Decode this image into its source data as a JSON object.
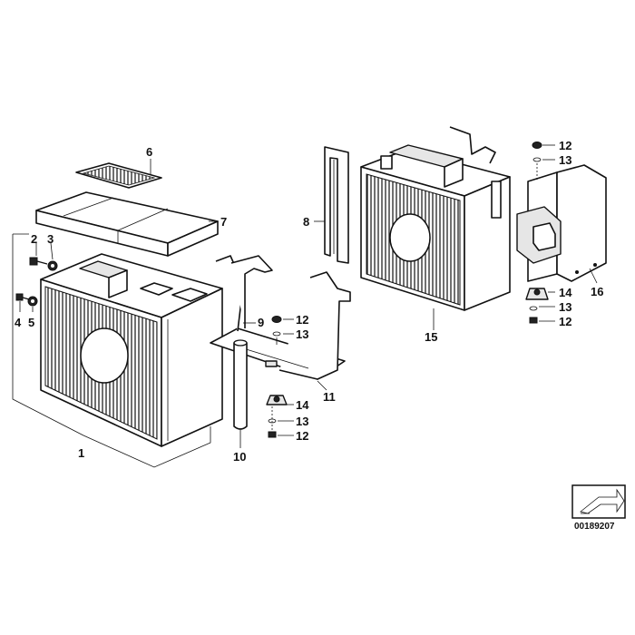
{
  "callouts": [
    {
      "id": "c1",
      "text": "1"
    },
    {
      "id": "c2",
      "text": "2"
    },
    {
      "id": "c3",
      "text": "3"
    },
    {
      "id": "c4",
      "text": "4"
    },
    {
      "id": "c5",
      "text": "5"
    },
    {
      "id": "c6",
      "text": "6"
    },
    {
      "id": "c7",
      "text": "7"
    },
    {
      "id": "c8",
      "text": "8"
    },
    {
      "id": "c9",
      "text": "9"
    },
    {
      "id": "c10",
      "text": "10"
    },
    {
      "id": "c11",
      "text": "11"
    },
    {
      "id": "c12a",
      "text": "12"
    },
    {
      "id": "c12b",
      "text": "12"
    },
    {
      "id": "c12c",
      "text": "12"
    },
    {
      "id": "c12d",
      "text": "12"
    },
    {
      "id": "c13a",
      "text": "13"
    },
    {
      "id": "c13b",
      "text": "13"
    },
    {
      "id": "c13c",
      "text": "13"
    },
    {
      "id": "c13d",
      "text": "13"
    },
    {
      "id": "c14a",
      "text": "14"
    },
    {
      "id": "c14b",
      "text": "14"
    },
    {
      "id": "c15",
      "text": "15"
    },
    {
      "id": "c16",
      "text": "16"
    }
  ],
  "diagram_code": "00189207"
}
